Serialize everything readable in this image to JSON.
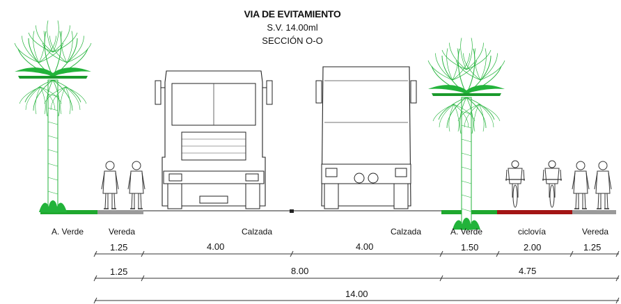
{
  "title": {
    "name": "VIA DE EVITAMIENTO",
    "width": "S.V. 14.00ml",
    "section": "SECCIÓN O-O"
  },
  "zones": {
    "a_verde_left": "A. Verde",
    "vereda_left": "Vereda",
    "calzada_left": "Calzada",
    "calzada_right": "Calzada",
    "a_verde_right": "A. Verde",
    "ciclovia": "ciclovía",
    "vereda_right": "Vereda"
  },
  "dimensions": {
    "row1": [
      "1.25",
      "4.00",
      "4.00",
      "1.50",
      "2.00",
      "1.25"
    ],
    "row2": [
      "1.25",
      "8.00",
      "4.75"
    ],
    "row3": [
      "14.00"
    ]
  },
  "colors": {
    "green_strip": "#1fa82f",
    "vereda_strip": "#9a9a9a",
    "ciclovia_strip": "#a31515",
    "palm_green": "#22b33a",
    "line": "#222222"
  }
}
